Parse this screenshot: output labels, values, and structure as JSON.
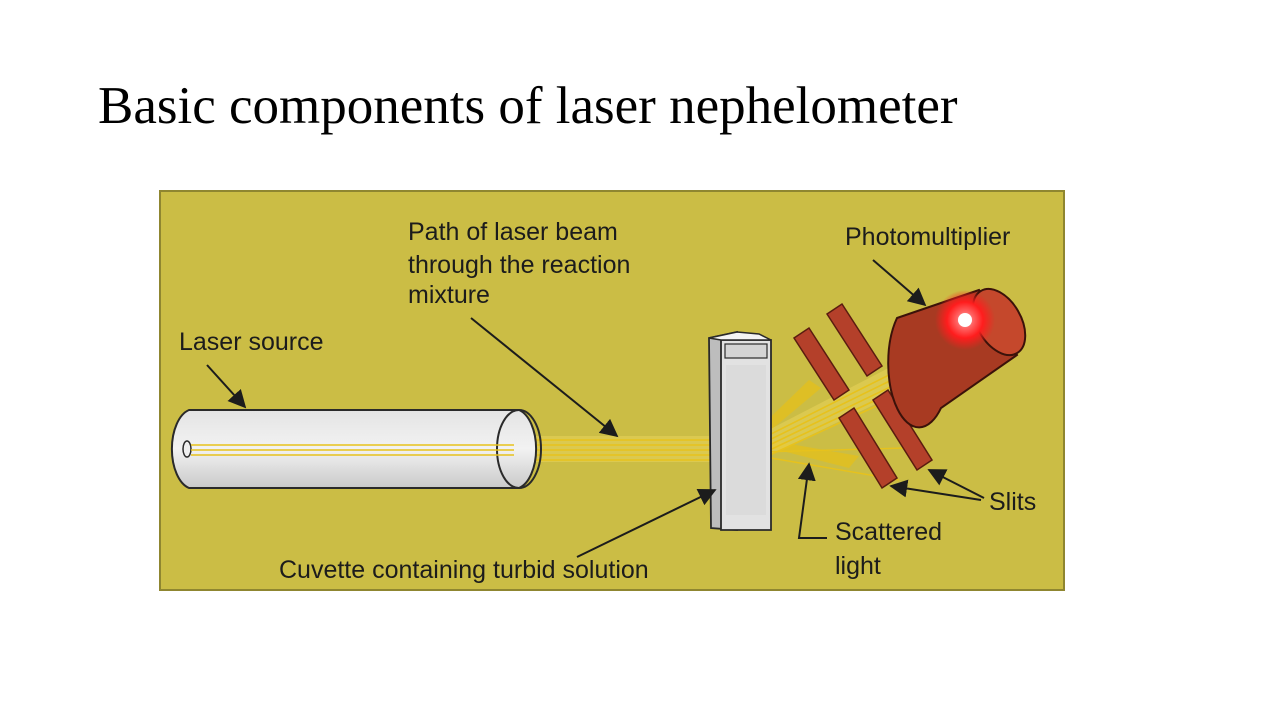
{
  "slide": {
    "title": "Basic components of laser nephelometer"
  },
  "diagram": {
    "labels": {
      "photomultiplier": "Photomultiplier",
      "path_line1": "Path of laser beam",
      "path_line2": "through the reaction",
      "path_line3": "mixture",
      "laser_source": "Laser source",
      "cuvette": "Cuvette containing turbid solution",
      "slits": "Slits",
      "scattered_line1": "Scattered",
      "scattered_line2": "light"
    },
    "colors": {
      "background": "#cbbd45",
      "beam": "#e7c21c",
      "tube": "#d9d9d9",
      "slit": "#b4402a",
      "detector": "#a83a22",
      "glow": "#ff1d1d"
    }
  }
}
